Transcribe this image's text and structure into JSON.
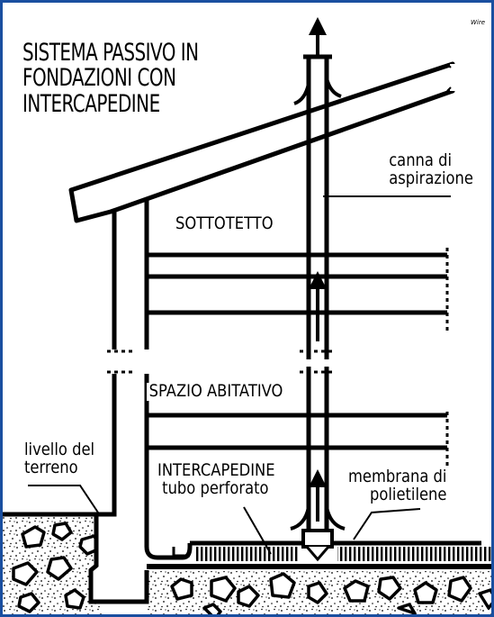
{
  "title": [
    "SISTEMA PASSIVO IN",
    "FONDAZIONI CON",
    "INTERCAPEDINE"
  ],
  "labels": {
    "canna": [
      "canna di",
      "aspirazione"
    ],
    "sottotetto": "SOTTOTETTO",
    "spazio_abitativo": "SPAZIO ABITATIVO",
    "livello": [
      "livello del",
      "terreno"
    ],
    "intercapedine": [
      "INTERCAPEDINE",
      "tubo perforato"
    ],
    "membrana": [
      "membrana di",
      "polietilene"
    ]
  },
  "signature": "Wire",
  "colors": {
    "frame": "#1a4fa0",
    "ink": "#000000",
    "paper": "#ffffff"
  }
}
